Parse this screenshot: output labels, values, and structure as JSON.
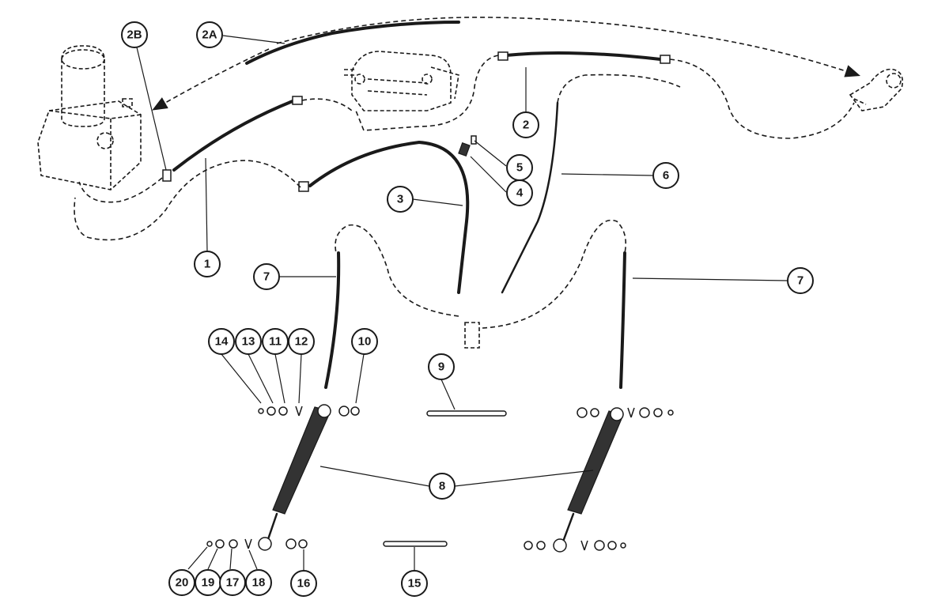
{
  "callouts": {
    "c2b": "2B",
    "c2a": "2A",
    "c2": "2",
    "c5": "5",
    "c4": "4",
    "c6": "6",
    "c3": "3",
    "c1": "1",
    "c7_left": "7",
    "c7_right": "7",
    "c14": "14",
    "c13": "13",
    "c11": "11",
    "c12": "12",
    "c10": "10",
    "c9": "9",
    "c8": "8",
    "c20": "20",
    "c19": "19",
    "c17": "17",
    "c18": "18",
    "c16": "16",
    "c15": "15"
  }
}
